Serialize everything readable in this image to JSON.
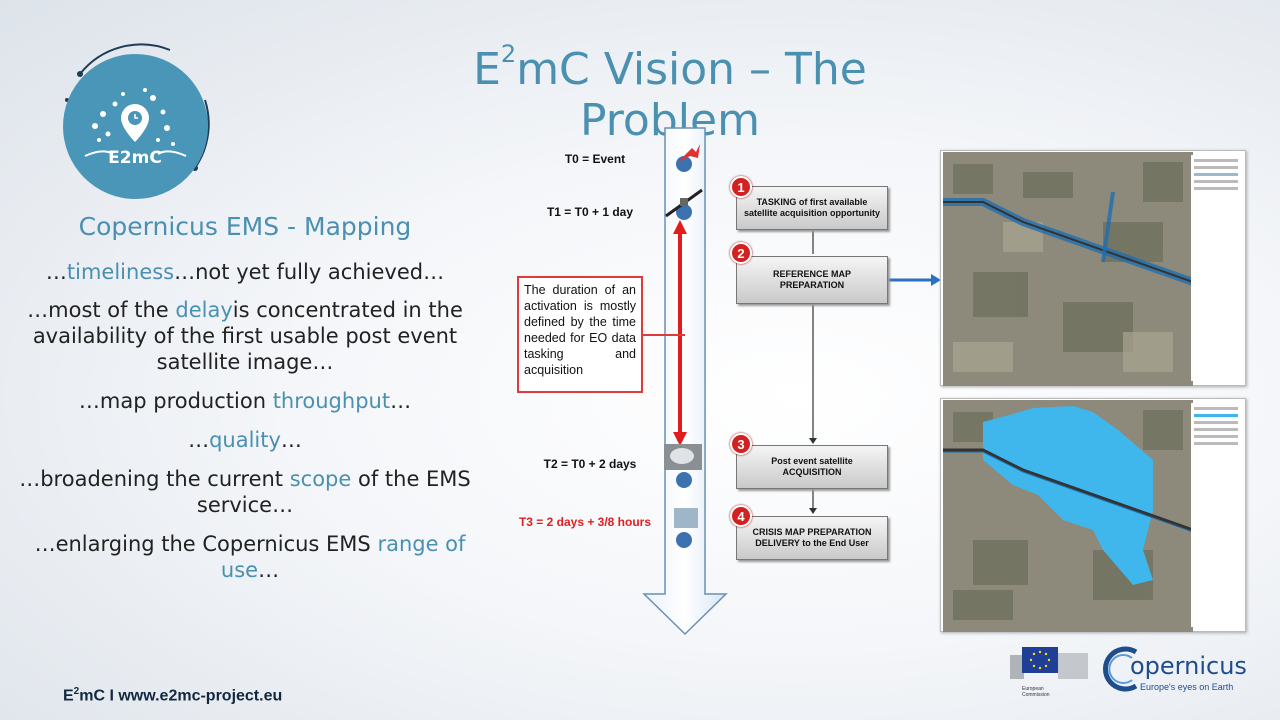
{
  "title": {
    "prefix": "E",
    "sup": "2",
    "rest": "mC Vision – The Problem"
  },
  "logo": {
    "text": "E2mC"
  },
  "subtitle": "Copernicus EMS - Mapping",
  "bullets": {
    "b1": {
      "a": "…",
      "h": "timeliness",
      "b": "…not yet fully achieved…"
    },
    "b2": {
      "a": "…most of the ",
      "h": "delay",
      "b": "is concentrated in the availability of the first usable post event satellite image…"
    },
    "b3": {
      "a": "…map production ",
      "h": "throughput",
      "b": "…"
    },
    "b4": {
      "a": "…",
      "h": "quality",
      "b": "…"
    },
    "b5": {
      "a": "…broadening the current ",
      "h": "scope",
      "b": " of the EMS service…"
    },
    "b6": {
      "a": "…enlarging the Copernicus EMS ",
      "h": "range of use",
      "b": "…"
    }
  },
  "timeline": {
    "t0": "T0 = Event",
    "t1": "T1 = T0 +  1 day",
    "t2": "T2 = T0 +  2 days",
    "t3": "T3 = 2 days + 3/8 hours"
  },
  "duration_note": "The duration of an activation is mostly defined by the time needed for EO data tasking and acquisition",
  "steps": [
    {
      "num": "1",
      "label": "TASKING of first available satellite acquisition opportunity"
    },
    {
      "num": "2",
      "label": "REFERENCE MAP PREPARATION"
    },
    {
      "num": "3",
      "label": "Post event satellite ACQUISITION"
    },
    {
      "num": "4",
      "label": "CRISIS MAP PREPARATION DELIVERY to the End User"
    }
  ],
  "footer": {
    "prefix": "E",
    "sup": "2",
    "rest": "mC I www.e2mc-project.eu"
  },
  "eu_logo": {
    "line1": "European",
    "line2": "Commission"
  },
  "copernicus": {
    "name": "opernicus",
    "tagline": "Europe's eyes on Earth"
  },
  "colors": {
    "accent": "#4a90b0",
    "flood": "#3fb6ec",
    "alert": "#d32020"
  }
}
